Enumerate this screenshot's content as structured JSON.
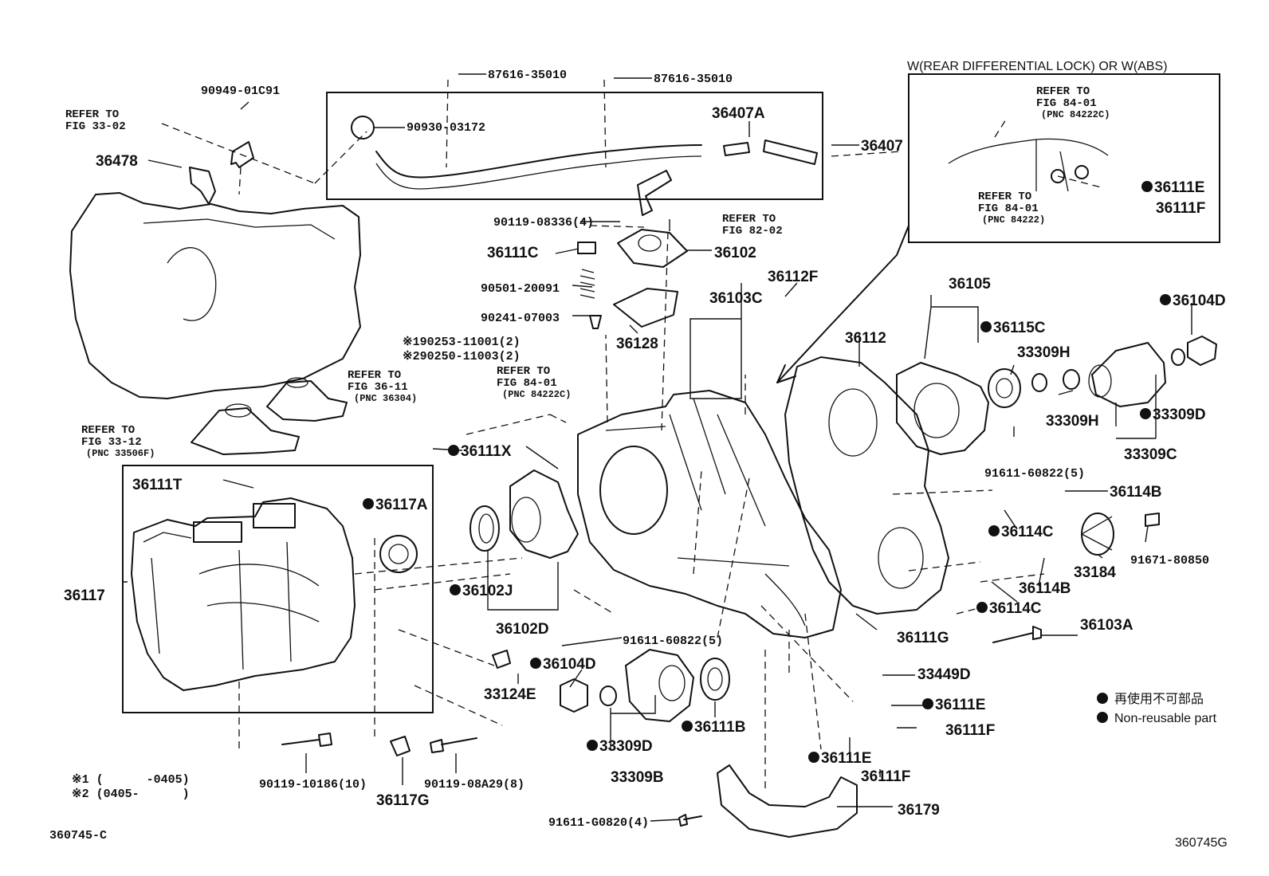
{
  "header": {
    "inset_title": "W(REAR DIFFERENTIAL LOCK) OR W(ABS)"
  },
  "parts": {
    "p87616_a": "87616-35010",
    "p87616_b": "87616-35010",
    "p90949": "90949-01C91",
    "p36478": "36478",
    "p90930": "90930-03172",
    "p36407A": "36407A",
    "p36407": "36407",
    "p90119_08336": "90119-08336(4)",
    "p36111C": "36111C",
    "p36102": "36102",
    "p90501": "90501-20091",
    "p90241": "90241-07003",
    "p36128": "36128",
    "p36112F": "36112F",
    "p36103C": "36103C",
    "p36112": "36112",
    "p36105": "36105",
    "p36115C": "36115C",
    "p36104D_tr": "36104D",
    "p33309H_a": "33309H",
    "p33309H_b": "33309H",
    "p33309D_r": "33309D",
    "p33309C": "33309C",
    "p91611_60822_a": "91611-60822(5)",
    "p36114B_a": "36114B",
    "p36114C_a": "36114C",
    "p91671": "91671-80850",
    "p33184": "33184",
    "p36114B_b": "36114B",
    "p36114C_b": "36114C",
    "p36103A": "36103A",
    "p36111G": "36111G",
    "p33449D": "33449D",
    "p36111E_a": "36111E",
    "p36111F_a": "36111F",
    "p36111E_b": "36111E",
    "p36111F_b": "36111F",
    "p36179": "36179",
    "p91611_G0820": "91611-G0820(4)",
    "p36111X": "36111X",
    "p36111T": "36111T",
    "p36117A": "36117A",
    "p36117": "36117",
    "p36102J": "36102J",
    "p36102D": "36102D",
    "p91611_60822_b": "91611-60822(5)",
    "p33124E": "33124E",
    "p36104D_b": "36104D",
    "p33309D_b": "33309D",
    "p33309B": "33309B",
    "p36111B": "36111B",
    "p90119_10186": "90119-10186(10)",
    "p36117G": "36117G",
    "p90119_08A29": "90119-08A29(8)",
    "p190253": "※190253-11001(2)",
    "p290250": "※290250-11003(2)",
    "inset_36111E": "36111E",
    "inset_36111F": "36111F"
  },
  "refs": {
    "r1_line1": "REFER TO",
    "r1_line2": "FIG 33-02",
    "r2_line1": "REFER TO",
    "r2_line2": "FIG 82-02",
    "r3_line1": "REFER TO",
    "r3_line2": "FIG 84-01",
    "r3_line3": "(PNC 84222C)",
    "r4_line1": "REFER TO",
    "r4_line2": "FIG 36-11",
    "r4_line3": "(PNC 36304)",
    "r5_line1": "REFER TO",
    "r5_line2": "FIG 33-12",
    "r5_line3": "(PNC 33506F)",
    "r6_line1": "REFER TO",
    "r6_line2": "FIG 84-01",
    "r6_line3": "(PNC 84222C)",
    "r7_line1": "REFER TO",
    "r7_line2": "FIG 84-01",
    "r7_line3": "(PNC 84222)"
  },
  "notes": {
    "n1": "※1 (      -0405)",
    "n2": "※2 (0405-      )"
  },
  "legend": {
    "jp": "再使用不可部品",
    "en": "Non-reusable part"
  },
  "codes": {
    "left": "360745-C",
    "right": "360745G"
  }
}
